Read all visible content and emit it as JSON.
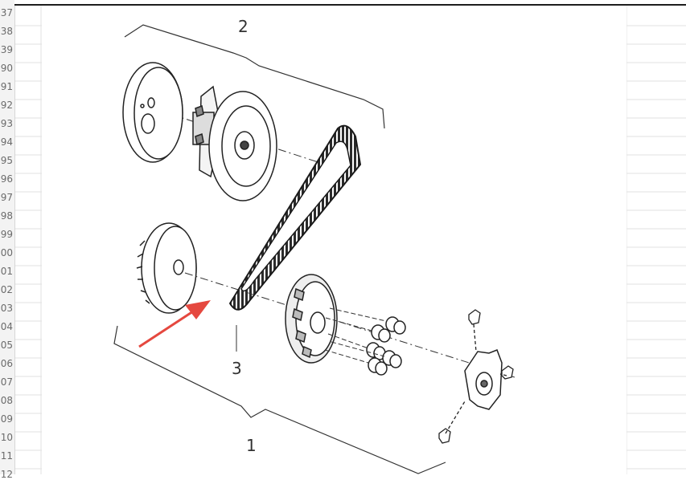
{
  "spreadsheet": {
    "row_numbers": [
      "37",
      "38",
      "39",
      "90",
      "91",
      "92",
      "93",
      "94",
      "95",
      "96",
      "97",
      "98",
      "99",
      "00",
      "01",
      "02",
      "03",
      "04",
      "05",
      "06",
      "07",
      "08",
      "09",
      "10",
      "11",
      "12"
    ]
  },
  "diagram": {
    "callouts": {
      "driven_pulley": "2",
      "belt": "3",
      "drive_pulley": "1"
    },
    "arrow_color": "#e5483f"
  }
}
